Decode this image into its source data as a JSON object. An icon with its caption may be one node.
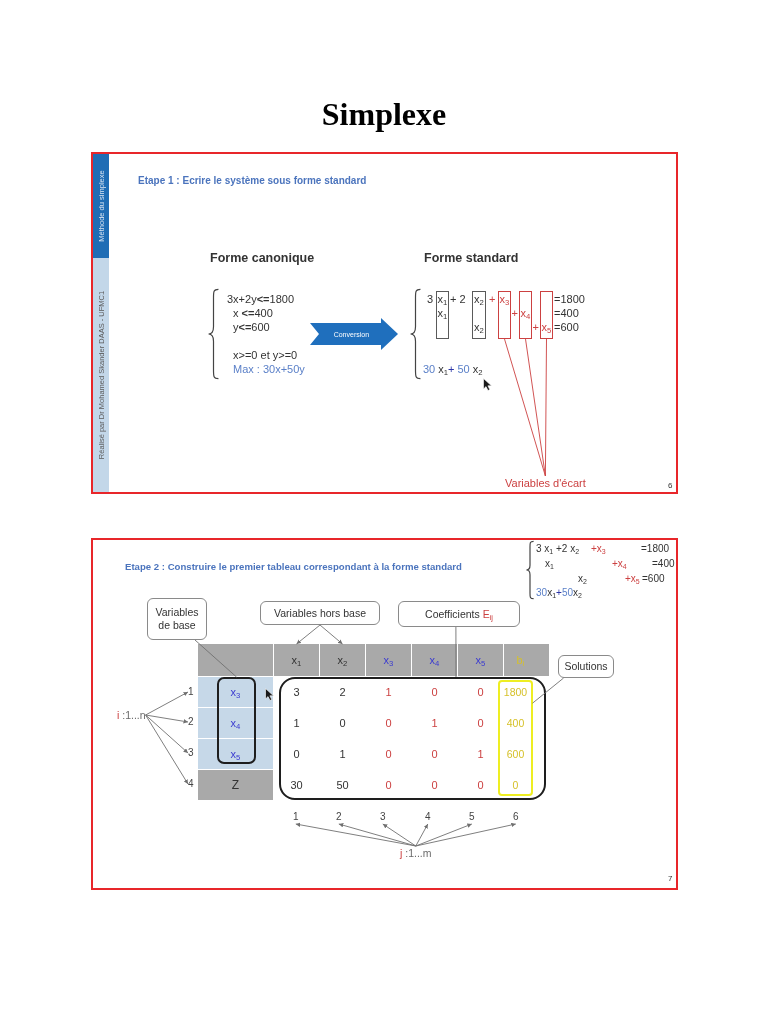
{
  "diagram": {
    "title": "Simplexe",
    "nodes": [
      {
        "text": [
          "Etape 1 : Ecrire le système sous forme standard"
        ]
      },
      {
        "text": [
          "Méthode du simplexe"
        ],
        "in": 0
      },
      {
        "text": [
          "Réalisé par Dr Mohamed Skander DAAS - UFMC1"
        ],
        "in": 0
      },
      {
        "text": [
          "Conversion"
        ],
        "in": 0
      },
      {
        "text": [
          "x$_{1}$",
          "x$_{1}$"
        ],
        "in": 0
      },
      {
        "text": [
          "x$_{2}$",
          "x$_{2}$"
        ],
        "in": 0
      },
      {
        "text": [
          "x$_{3}$"
        ],
        "in": 0
      },
      {
        "text": [
          "x$_{4}$"
        ],
        "in": 0
      },
      {
        "text": [
          "x$_{5}$"
        ],
        "in": 0
      },
      {
        "text": [
          "Variables d'écart"
        ],
        "in": 0
      },
      {
        "text": [
          "Etape 2 : Construire le premier tableau correspondant à la forme standard"
        ]
      },
      {
        "text": [
          "Variables de base"
        ],
        "in": 10
      },
      {
        "text": [
          "Variables hors base"
        ],
        "in": 10
      },
      {
        "text": [
          "Coefficients",
          "E$_{ij}$"
        ],
        "in": 10
      },
      {
        "text": [],
        "shape": "box",
        "in": 10
      },
      {
        "text": [
          "x$_{1}$"
        ],
        "in": 10
      },
      {
        "text": [
          "x$_{2}$"
        ],
        "in": 10
      },
      {
        "text": [
          "x$_{3}$"
        ],
        "in": 10
      },
      {
        "text": [
          "x$_{4}$"
        ],
        "in": 10
      },
      {
        "text": [
          "x$_{5}$"
        ],
        "in": 10
      },
      {
        "text": [
          "b$_{i}$"
        ],
        "in": 10
      },
      {
        "text": [
          "Solutions"
        ],
        "in": 10
      },
      {
        "text": [
          "i",
          ":1...n"
        ],
        "in": 10
      },
      {
        "text": [
          "1"
        ],
        "in": 10
      },
      {
        "text": [
          "2"
        ],
        "in": 10
      },
      {
        "text": [
          "3"
        ],
        "in": 10
      },
      {
        "text": [
          "4"
        ],
        "in": 10
      },
      {
        "text": [
          "x$_{3}$",
          "x$_{4}$",
          "x$_{5}$"
        ],
        "in": 10
      },
      {
        "text": [
          "3",
          "2",
          "1",
          "0",
          "0",
          "1",
          "0",
          "0",
          "1",
          "0",
          "0",
          "1",
          "0",
          "0",
          "1",
          "30",
          "50",
          "0",
          "0",
          "0"
        ],
        "in": 10
      },
      {
        "text": [
          "1800",
          "400",
          "600",
          "0"
        ],
        "in": 28
      },
      {
        "text": [
          "Z"
        ],
        "in": 10
      },
      {
        "text": [
          "1"
        ],
        "in": 10
      },
      {
        "text": [
          "2"
        ],
        "in": 10
      },
      {
        "text": [
          "3"
        ],
        "in": 10
      },
      {
        "text": [
          "4"
        ],
        "in": 10
      },
      {
        "text": [
          "5"
        ],
        "in": 10
      },
      {
        "text": [
          "6"
        ],
        "in": 10
      },
      {
        "text": [
          "j",
          ":1...m"
        ],
        "in": 10
      }
    ],
    "edges": [
      {
        "from": 9,
        "to": 6,
        "arrow": "none",
        "color": "#cc4141"
      },
      {
        "from": 9,
        "to": 7,
        "arrow": "none",
        "color": "#cc4141"
      },
      {
        "from": 9,
        "to": 8,
        "arrow": "none",
        "color": "#cc4141"
      },
      {
        "from": 11,
        "to": 27,
        "arrow": "none"
      },
      {
        "from": 12,
        "to": 15,
        "arrow": "to"
      },
      {
        "from": 12,
        "to": 16,
        "arrow": "to"
      },
      {
        "from": 13,
        "to": 28,
        "arrow": "none"
      },
      {
        "from": 21,
        "to": 29,
        "arrow": "none"
      },
      {
        "from": 22,
        "to": 23,
        "arrow": "to"
      },
      {
        "from": 22,
        "to": 24,
        "arrow": "to"
      },
      {
        "from": 22,
        "to": 25,
        "arrow": "to"
      },
      {
        "from": 22,
        "to": 26,
        "arrow": "to"
      },
      {
        "from": 37,
        "to": 31,
        "arrow": "to"
      },
      {
        "from": 37,
        "to": 32,
        "arrow": "to"
      },
      {
        "from": 37,
        "to": 33,
        "arrow": "to"
      },
      {
        "from": 37,
        "to": 34,
        "arrow": "to"
      },
      {
        "from": 37,
        "to": 35,
        "arrow": "to"
      },
      {
        "from": 37,
        "to": 36,
        "arrow": "to"
      }
    ],
    "labels": [
      "Forme canonique",
      "Forme standard",
      "3x+2y**<=**1800",
      "x **<=**400",
      "y**<=**600",
      "x>=0 et y>=0",
      "Max : 30x+50y",
      "3",
      "+ 2",
      "+",
      "=1800",
      "+",
      "=400",
      "+",
      "=600",
      "30",
      "x$_{1}$",
      "+",
      "50",
      "x$_{2}$",
      "6",
      "3 x$_{1}$ +2 x$_{2}$",
      "+x$_{3}$",
      "=1800",
      "x$_{1}$",
      "+x$_{4}$",
      "=400",
      "x$_{2}$",
      "+x$_{5}$",
      "=600",
      "30",
      "x$_{1}$",
      "+",
      "50",
      "x$_{2}$",
      "7"
    ]
  }
}
